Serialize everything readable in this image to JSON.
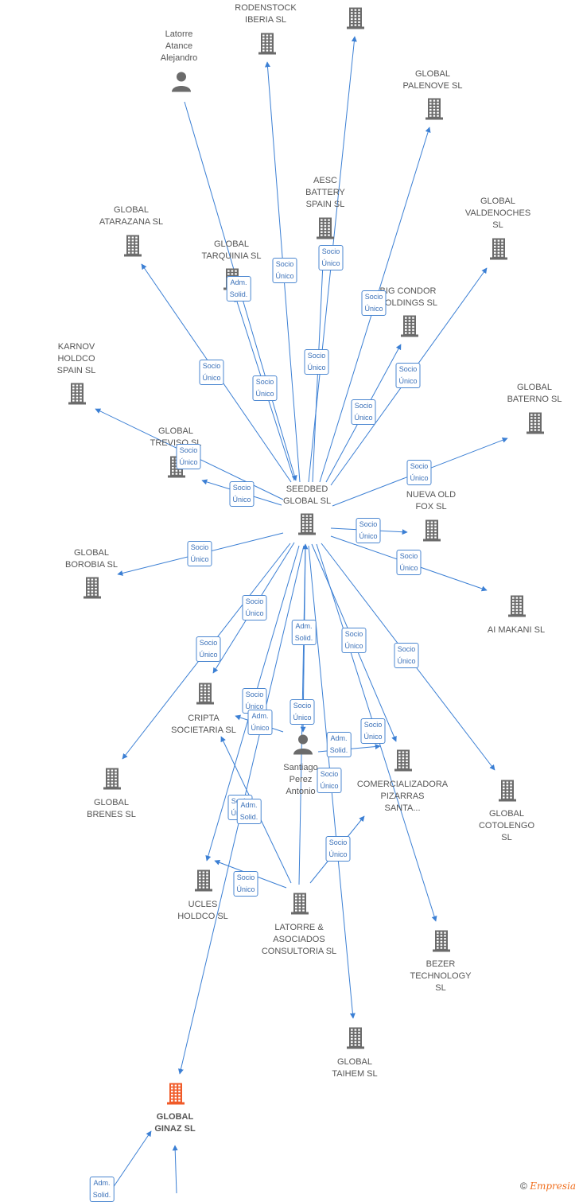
{
  "colors": {
    "edge": "#3b7fd4",
    "building": "#6b6b6b",
    "focus_building": "#f05a28",
    "person": "#6b6b6b"
  },
  "nodes": [
    {
      "id": "seedbed",
      "type": "company",
      "label": [
        "SEEDBED",
        "GLOBAL  SL"
      ]
    },
    {
      "id": "rodenstock",
      "type": "company",
      "label": [
        "RODENSTOCK",
        "IBERIA  SL"
      ]
    },
    {
      "id": "top",
      "type": "company",
      "label": []
    },
    {
      "id": "latorre_person",
      "type": "person",
      "label": [
        "Latorre",
        "Atance",
        "Alejandro"
      ]
    },
    {
      "id": "palenove",
      "type": "company",
      "label": [
        "GLOBAL",
        "PALENOVE  SL"
      ]
    },
    {
      "id": "aesc",
      "type": "company",
      "label": [
        "AESC",
        "BATTERY",
        "SPAIN  SL"
      ]
    },
    {
      "id": "atarazana",
      "type": "company",
      "label": [
        "GLOBAL",
        "ATARAZANA  SL"
      ]
    },
    {
      "id": "tarquinia",
      "type": "company",
      "label": [
        "GLOBAL",
        "TARQUINIA  SL"
      ]
    },
    {
      "id": "valdenoches",
      "type": "company",
      "label": [
        "GLOBAL",
        "VALDENOCHES",
        "SL"
      ]
    },
    {
      "id": "condor",
      "type": "company",
      "label": [
        "BIG CONDOR",
        "HOLDINGS  SL"
      ]
    },
    {
      "id": "karnov",
      "type": "company",
      "label": [
        "KARNOV",
        "HOLDCO",
        "SPAIN  SL"
      ]
    },
    {
      "id": "baterno",
      "type": "company",
      "label": [
        "GLOBAL",
        "BATERNO  SL"
      ]
    },
    {
      "id": "treviso",
      "type": "company",
      "label": [
        "GLOBAL",
        "TREVISO  SL"
      ]
    },
    {
      "id": "nuevaold",
      "type": "company",
      "label": [
        "NUEVA OLD",
        "FOX  SL"
      ]
    },
    {
      "id": "borobia",
      "type": "company",
      "label": [
        "GLOBAL",
        "BOROBIA  SL"
      ]
    },
    {
      "id": "aimakani",
      "type": "company",
      "label": [
        "AI MAKANI  SL"
      ]
    },
    {
      "id": "cripta",
      "type": "company",
      "label": [
        "CRIPTA",
        "SOCIETARIA  SL"
      ]
    },
    {
      "id": "santiago",
      "type": "person",
      "label": [
        "Santiago",
        "Perez",
        "Antonio"
      ]
    },
    {
      "id": "comercializadora",
      "type": "company",
      "label": [
        "COMERCIALIZADORA",
        "PIZARRAS",
        "SANTA..."
      ]
    },
    {
      "id": "brenes",
      "type": "company",
      "label": [
        "GLOBAL",
        "BRENES  SL"
      ]
    },
    {
      "id": "cotolengo",
      "type": "company",
      "label": [
        "GLOBAL",
        "COTOLENGO",
        "SL"
      ]
    },
    {
      "id": "ucles",
      "type": "company",
      "label": [
        "UCLES",
        "HOLDCO  SL"
      ]
    },
    {
      "id": "latorre_asoc",
      "type": "company",
      "label": [
        "LATORRE &",
        "ASOCIADOS",
        "CONSULTORIA SL"
      ]
    },
    {
      "id": "bezer",
      "type": "company",
      "label": [
        "BEZER",
        "TECHNOLOGY",
        "SL"
      ]
    },
    {
      "id": "taihem",
      "type": "company",
      "label": [
        "GLOBAL",
        "TAIHEM SL"
      ]
    },
    {
      "id": "ginaz",
      "type": "company",
      "label": [
        "GLOBAL",
        "GINAZ  SL"
      ],
      "focus": true
    }
  ],
  "edges": [
    {
      "from": "seedbed",
      "to": "rodenstock",
      "label": [
        "Socio",
        "Único"
      ]
    },
    {
      "from": "seedbed",
      "to": "top",
      "label": [
        "Socio",
        "Único"
      ]
    },
    {
      "from": "latorre_person",
      "to": "seedbed",
      "label": [
        "Socio",
        "Único"
      ]
    },
    {
      "from": "seedbed",
      "to": "palenove",
      "label": [
        "Socio",
        "Único"
      ]
    },
    {
      "from": "seedbed",
      "to": "aesc",
      "label": [
        "Socio",
        "Único"
      ]
    },
    {
      "from": "seedbed",
      "to": "atarazana",
      "label": [
        "Socio",
        "Único"
      ]
    },
    {
      "from": "seedbed",
      "to": "tarquinia",
      "label": [
        "Adm.",
        "Solid."
      ]
    },
    {
      "from": "seedbed",
      "to": "valdenoches",
      "label": [
        "Socio",
        "Único"
      ]
    },
    {
      "from": "seedbed",
      "to": "condor",
      "label": [
        "Socio",
        "Único"
      ]
    },
    {
      "from": "seedbed",
      "to": "karnov",
      "label": [
        "Socio",
        "Único"
      ]
    },
    {
      "from": "seedbed",
      "to": "baterno",
      "label": [
        "Socio",
        "Único"
      ]
    },
    {
      "from": "seedbed",
      "to": "treviso",
      "label": [
        "Socio",
        "Único"
      ]
    },
    {
      "from": "seedbed",
      "to": "nuevaold",
      "label": [
        "Socio",
        "Único"
      ]
    },
    {
      "from": "seedbed",
      "to": "borobia",
      "label": [
        "Socio",
        "Único"
      ]
    },
    {
      "from": "seedbed",
      "to": "aimakani",
      "label": [
        "Socio",
        "Único"
      ]
    },
    {
      "from": "seedbed",
      "to": "cripta",
      "label": [
        "Socio",
        "Único"
      ]
    },
    {
      "from": "seedbed",
      "to": "brenes",
      "label": [
        "Socio",
        "Único"
      ]
    },
    {
      "from": "seedbed",
      "to": "cotolengo",
      "label": [
        "Socio",
        "Único"
      ]
    },
    {
      "from": "seedbed",
      "to": "comercializadora",
      "label": [
        "Socio",
        "Único"
      ]
    },
    {
      "from": "seedbed",
      "to": "bezer",
      "label": [
        "Socio",
        "Único"
      ]
    },
    {
      "from": "seedbed",
      "to": "taihem",
      "label": [
        "Socio",
        "Único"
      ]
    },
    {
      "from": "seedbed",
      "to": "ucles",
      "label": [
        "Socio",
        "Único"
      ]
    },
    {
      "from": "seedbed",
      "to": "ginaz",
      "label": [
        "Socio",
        "Único"
      ]
    },
    {
      "from": "latorre_asoc",
      "to": "seedbed",
      "label": [
        "Adm.",
        "Solid."
      ]
    },
    {
      "from": "santiago",
      "to": "cripta",
      "label": [
        "Adm.",
        "Único"
      ]
    },
    {
      "from": "santiago",
      "to": "comercializadora",
      "label": [
        "Adm.",
        "Solid."
      ]
    },
    {
      "from": "latorre_asoc",
      "to": "cripta",
      "label": [
        "Adm.",
        "Solid."
      ]
    },
    {
      "from": "latorre_asoc",
      "to": "ucles",
      "label": [
        "Socio",
        "Único"
      ]
    },
    {
      "from": "latorre_asoc",
      "to": "comercializadora",
      "label": [
        "Socio",
        "Único"
      ]
    },
    {
      "from": "seedbed",
      "to": "santiago",
      "label": [
        "Socio",
        "Único"
      ]
    },
    {
      "from": "bottom_left",
      "to": "ginaz",
      "label": [
        "Adm.",
        "Solid."
      ]
    },
    {
      "from": "bottom_mid",
      "to": "ginaz",
      "label": []
    }
  ],
  "footer": {
    "copyright": "©",
    "brand": "Empresia"
  }
}
